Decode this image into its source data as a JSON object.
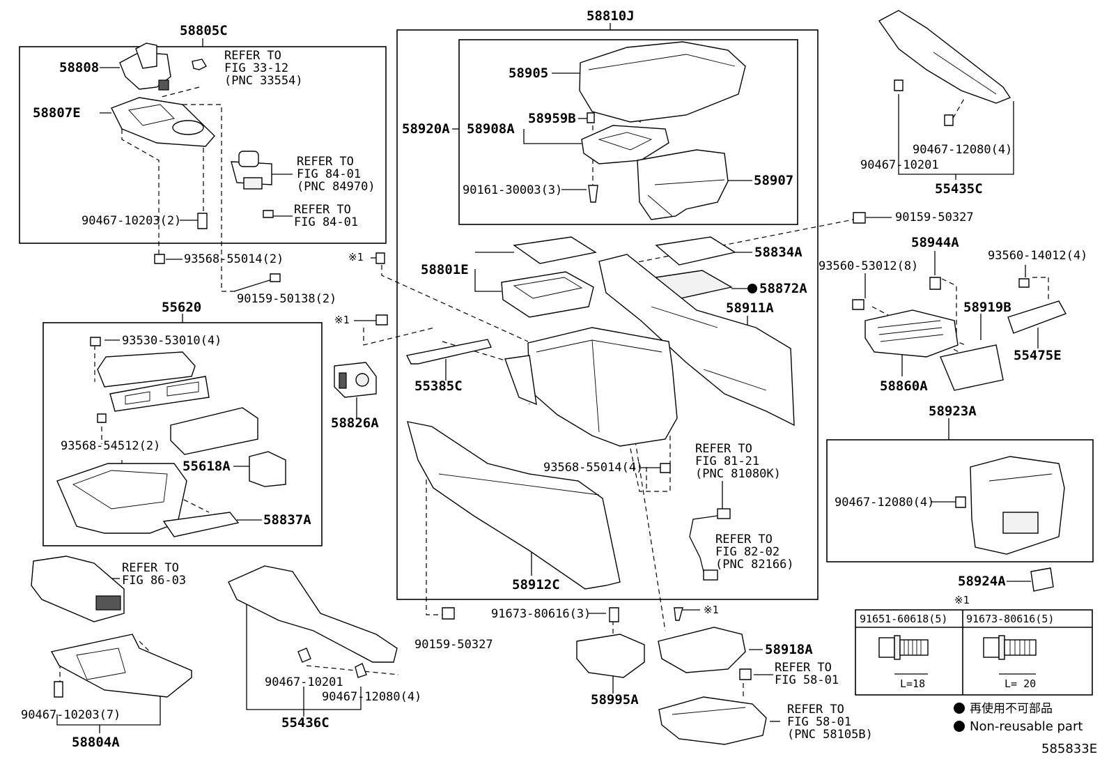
{
  "diagram_id": "585833E",
  "labels": {
    "p58805C": "58805C",
    "p58808": "58808",
    "p58807E": "58807E",
    "ref_33_12_a": "REFER TO",
    "ref_33_12_b": "FIG 33-12",
    "ref_33_12_c": "(PNC 33554)",
    "ref_84_01_a": "REFER TO",
    "ref_84_01_b": "FIG 84-01",
    "ref_84_01_c": "(PNC 84970)",
    "ref_84_01b_a": "REFER TO",
    "ref_84_01b_b": "FIG 84-01",
    "p90467_10203_2": "90467-10203(2)",
    "p93568_55014_2": "93568-55014(2)",
    "p90159_50138_2": "90159-50138(2)",
    "p55620": "55620",
    "p93530_53010_4": "93530-53010(4)",
    "p93568_54512_2": "93568-54512(2)",
    "p55618A": "55618A",
    "p58837A": "58837A",
    "ref_86_03_a": "REFER TO",
    "ref_86_03_b": "FIG 86-03",
    "p90467_10203_7": "90467-10203(7)",
    "p58804A": "58804A",
    "p58810J": "58810J",
    "p58905": "58905",
    "p58920A": "58920A",
    "p58908A": "58908A",
    "p58959B": "58959B",
    "p90161_30003_3": "90161-30003(3)",
    "p58907": "58907",
    "note1_a": "※1",
    "note1_b": "※1",
    "note1_c": "※1",
    "note1_d": "※1",
    "p58801E": "58801E",
    "p58834A": "58834A",
    "p58872A": "58872A",
    "p58911A": "58911A",
    "p55385C": "55385C",
    "p58826A": "58826A",
    "p93568_55014_4": "93568-55014(4)",
    "ref_81_21_a": "REFER TO",
    "ref_81_21_b": "FIG 81-21",
    "ref_81_21_c": "(PNC 81080K)",
    "ref_82_02_a": "REFER TO",
    "ref_82_02_b": "FIG 82-02",
    "ref_82_02_c": "(PNC 82166)",
    "p58912C": "58912C",
    "p90159_50327_a": "90159-50327",
    "p90159_50327_b": "90159-50327",
    "p90467_10201_a": "90467-10201",
    "p90467_12080_4_a": "90467-12080(4)",
    "p55436C": "55436C",
    "p91673_80616_3": "91673-80616(3)",
    "p58995A": "58995A",
    "p58918A": "58918A",
    "ref_58_01_a": "REFER TO",
    "ref_58_01_b": "FIG 58-01",
    "ref_58_01b_a": "REFER TO",
    "ref_58_01b_b": "FIG 58-01",
    "ref_58_01b_c": "(PNC 58105B)",
    "p90467_12080_4_b": "90467-12080(4)",
    "p90467_10201_b": "90467-10201",
    "p55435C": "55435C",
    "p58944A": "58944A",
    "p93560_53012_8": "93560-53012(8)",
    "p93560_14012_4": "93560-14012(4)",
    "p58919B": "58919B",
    "p55475E": "55475E",
    "p58860A": "58860A",
    "p58923A": "58923A",
    "p90467_12080_4_c": "90467-12080(4)",
    "p58924A": "58924A",
    "p91651_60618_5": "91651-60618(5)",
    "p91673_80616_5": "91673-80616(5)",
    "len_18": "L=18",
    "len_20": "L= 20",
    "legend_jp": "再使用不可部品",
    "legend_en": "Non-reusable part"
  }
}
